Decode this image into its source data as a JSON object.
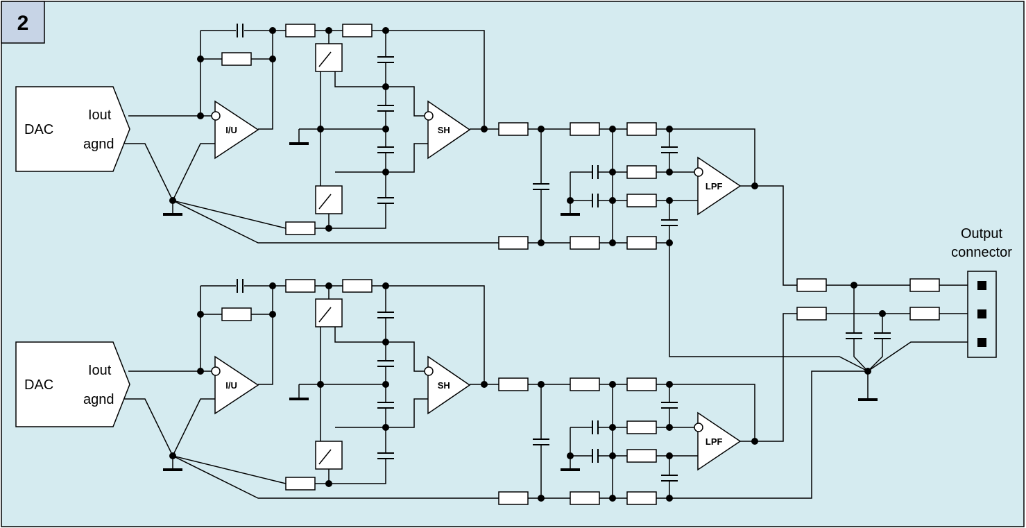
{
  "figure": {
    "number": "2",
    "colors": {
      "background": "#d5ebf0",
      "badge": "#c7d4e6",
      "line": "#000000",
      "component": "#ffffff"
    }
  },
  "channels": [
    {
      "dac": {
        "title": "DAC",
        "pin_out": "Iout",
        "pin_gnd": "agnd"
      },
      "amp_iu": "I/U",
      "amp_sh": "SH",
      "amp_lpf": "LPF"
    },
    {
      "dac": {
        "title": "DAC",
        "pin_out": "Iout",
        "pin_gnd": "agnd"
      },
      "amp_iu": "I/U",
      "amp_sh": "SH",
      "amp_lpf": "LPF"
    }
  ],
  "output": {
    "label_line1": "Output",
    "label_line2": "connector"
  }
}
